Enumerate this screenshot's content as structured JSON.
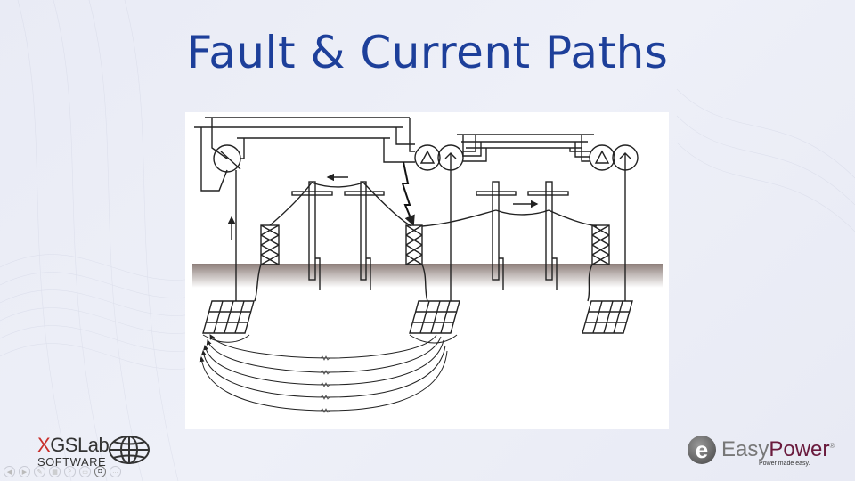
{
  "slide": {
    "title": "Fault & Current Paths"
  },
  "logos": {
    "xgslab": {
      "prefix": "X",
      "rest": "GSLab",
      "sub": "SOFTWARE"
    },
    "easypower": {
      "easy": "Easy",
      "power": "Power",
      "mark": "®",
      "tagline": "Power made easy.",
      "icon_letter": "e"
    }
  },
  "controls": [
    {
      "icon": "previous-icon",
      "glyph": "◀"
    },
    {
      "icon": "next-icon",
      "glyph": "▶"
    },
    {
      "icon": "pen-icon",
      "glyph": "✎"
    },
    {
      "icon": "slides-icon",
      "glyph": "▦"
    },
    {
      "icon": "zoom-icon",
      "glyph": "⌕"
    },
    {
      "icon": "subtitles-icon",
      "glyph": "▭"
    },
    {
      "icon": "camera-icon",
      "glyph": "◘"
    },
    {
      "icon": "more-icon",
      "glyph": "…"
    }
  ],
  "colors": {
    "title": "#1d3f9a",
    "xgs_red": "#c9302c",
    "easypower_maroon": "#6a1b3d"
  }
}
